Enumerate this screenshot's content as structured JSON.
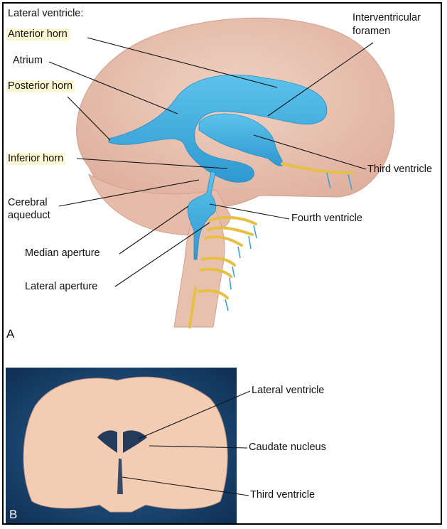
{
  "panel_a": {
    "letter": "A",
    "heading": "Lateral ventricle:",
    "labels": {
      "anterior_horn": "Anterior horn",
      "atrium": "Atrium",
      "posterior_horn": "Posterior horn",
      "inferior_horn": "Inferior horn",
      "cerebral_aqueduct_line1": "Cerebral",
      "cerebral_aqueduct_line2": "aqueduct",
      "median_aperture": "Median aperture",
      "lateral_aperture": "Lateral aperture",
      "interventricular_line1": "Interventricular",
      "interventricular_line2": "foramen",
      "third_ventricle": "Third ventricle",
      "fourth_ventricle": "Fourth ventricle"
    }
  },
  "panel_b": {
    "letter": "B",
    "labels": {
      "lateral_ventricle": "Lateral ventricle",
      "caudate_nucleus": "Caudate nucleus",
      "third_ventricle": "Third ventricle"
    }
  },
  "colors": {
    "brain": "#eac6b6",
    "ventricle": "#4ab4e0",
    "nerve": "#e8bf45",
    "photo_bg": "#1d4b7a"
  }
}
